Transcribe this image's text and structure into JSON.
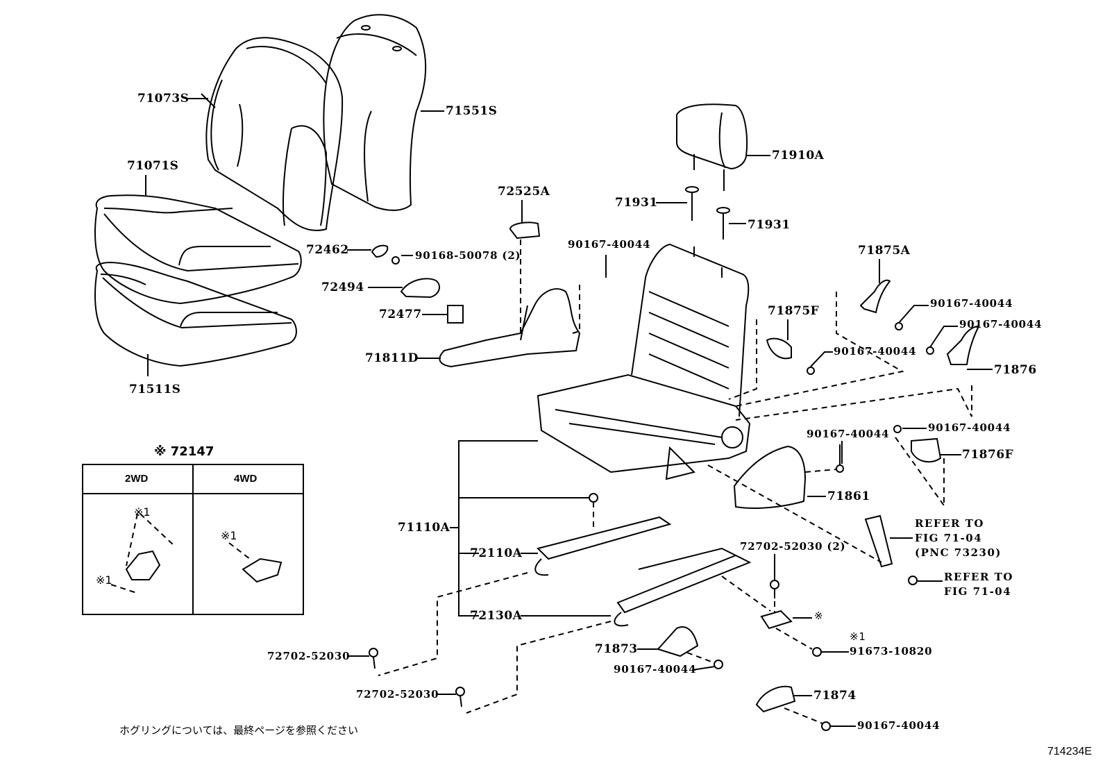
{
  "diagram": {
    "type": "exploded parts diagram",
    "subject": "front seat assembly",
    "figure_id": "714234E",
    "footer_note": "ホグリングについては、最終ページを参照ください"
  },
  "callouts": {
    "seatback_cover_left": "71073S",
    "seatback_pad": "71551S",
    "cushion_cover": "71071S",
    "cushion_pad": "71511S",
    "headrest": "71910A",
    "headrest_guide_1": "71931",
    "headrest_guide_2": "71931",
    "knob_bracket": "72525A",
    "cap": "72462",
    "screw_90168": "90168-50078 (2)",
    "lever_knob": "72494",
    "clip_72477": "72477",
    "side_shield": "71811D",
    "screw_upper_center": "90167-40044",
    "hinge_cover_outer": "71875A",
    "hinge_cover_outer_screw": "90167-40044",
    "hinge_cover_inner_screw": "90167-40044",
    "hinge_cover_inner": "71875F",
    "hinge_cover_inner_f_screw": "90167-40044",
    "cover_71876": "71876",
    "screw_71876f": "90167-40044",
    "cover_71876f": "71876F",
    "screw_71861": "90167-40044",
    "shield_71861": "71861",
    "seat_assembly": "71110A",
    "adjuster_inner": "72110A",
    "adjuster_outer": "72130A",
    "bolt_adjuster_pair": "72702-52030 (2)",
    "bracket_mark": "※",
    "bolt_91673_mark": "※1",
    "bolt_91673": "91673-10820",
    "cover_71873": "71873",
    "screw_71873": "90167-40044",
    "cover_71874": "71874",
    "screw_71874": "90167-40044",
    "bolt_lower_left_1": "72702-52030",
    "bolt_lower_left_2": "72702-52030"
  },
  "references": {
    "belt_ref": [
      "REFER TO",
      "FIG 71-04",
      "(PNC 73230)"
    ],
    "bolt_ref": [
      "REFER TO",
      "FIG 71-04"
    ]
  },
  "variant_table": {
    "title": "※ 72147",
    "columns": [
      "2WD",
      "4WD"
    ],
    "marks": {
      "2wd_top": "※1",
      "2wd_left": "※1",
      "4wd": "※1"
    }
  }
}
